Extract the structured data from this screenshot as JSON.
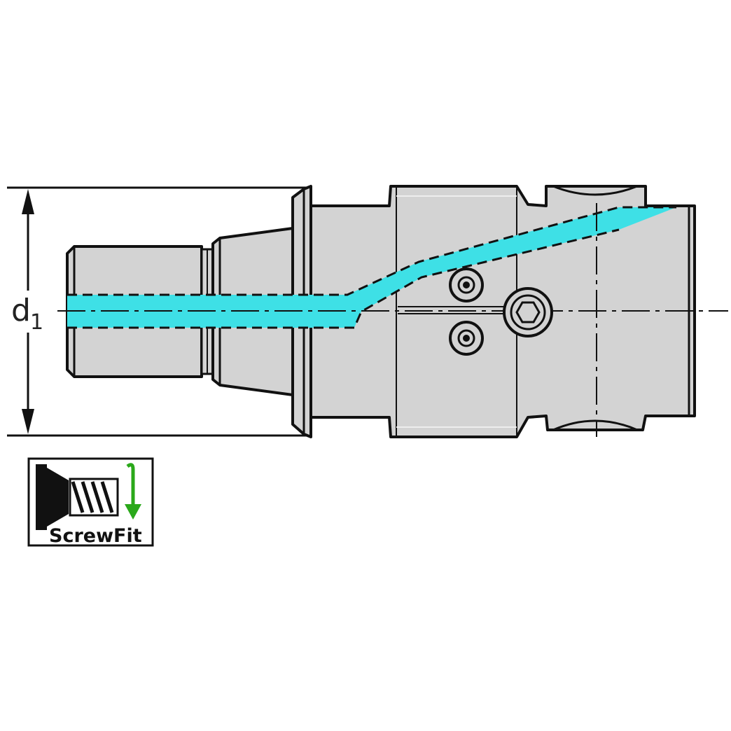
{
  "dimension": {
    "symbol": "d",
    "subscript": "1"
  },
  "logo": {
    "label": "ScrewFit"
  },
  "colors": {
    "body_fill": "#d3d3d3",
    "outline": "#111111",
    "coolant": "#3ee0e6",
    "logo_arrow": "#2aa81a",
    "background": "#ffffff"
  }
}
